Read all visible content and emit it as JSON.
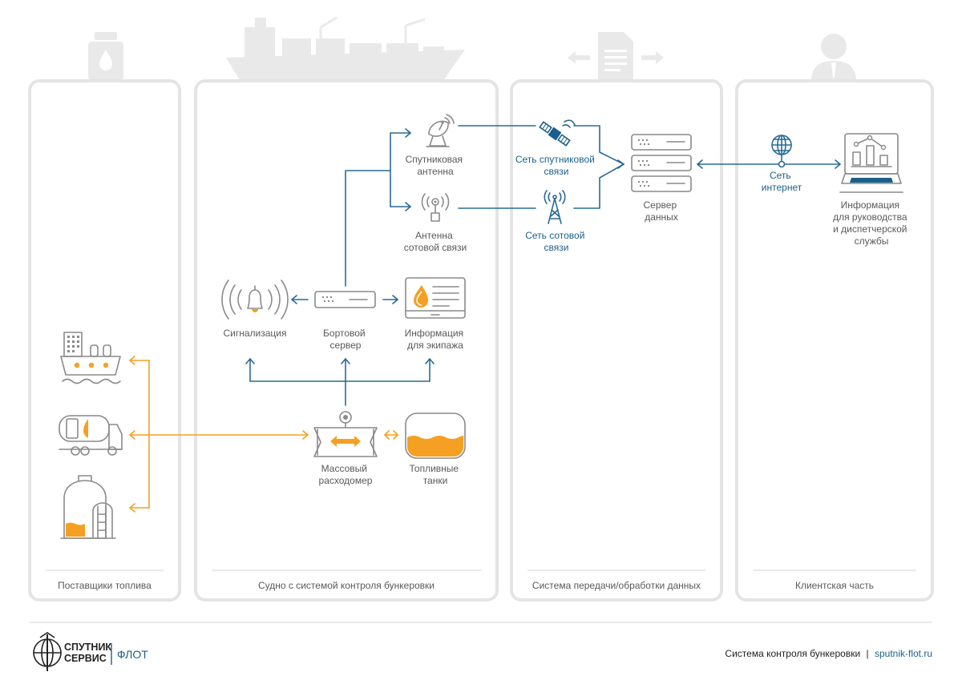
{
  "columns": [
    {
      "id": "suppliers",
      "label": "Поставщики топлива"
    },
    {
      "id": "vessel",
      "label": "Судно с системой контроля бункеровки"
    },
    {
      "id": "transfer",
      "label": "Система передачи/обработки данных"
    },
    {
      "id": "client",
      "label": "Клиентская часть"
    }
  ],
  "nodes": {
    "sat_antenna": [
      "Спутниковая",
      "антенна"
    ],
    "cell_antenna": [
      "Антенна",
      "сотовой связи"
    ],
    "alarm": [
      "Сигнализация"
    ],
    "onboard_server": [
      "Бортовой",
      "сервер"
    ],
    "crew_info": [
      "Информация",
      "для экипажа"
    ],
    "flowmeter": [
      "Массовый",
      "расходомер"
    ],
    "fuel_tanks": [
      "Топливные",
      "танки"
    ],
    "sat_network": [
      "Сеть спутниковой",
      "связи"
    ],
    "cell_network": [
      "Сеть сотовой",
      "связи"
    ],
    "data_server": [
      "Сервер",
      "данных"
    ],
    "internet": [
      "Сеть",
      "интернет"
    ],
    "management_info": [
      "Информация",
      "для руководства",
      "и диспетчерской",
      "службы"
    ]
  },
  "footer": {
    "logo_line1": "СПУТНИК",
    "logo_line2": "СЕРВИС",
    "logo_product": "ФЛОТ",
    "caption": "Система контроля бункеровки",
    "separator": "|",
    "url": "sputnik-flot.ru"
  },
  "colors": {
    "accent_orange": "#f5a023",
    "link_blue": "#2a6a92",
    "icon_gray": "#8a8a8a",
    "background_icon_gray": "#e9e9e9"
  }
}
